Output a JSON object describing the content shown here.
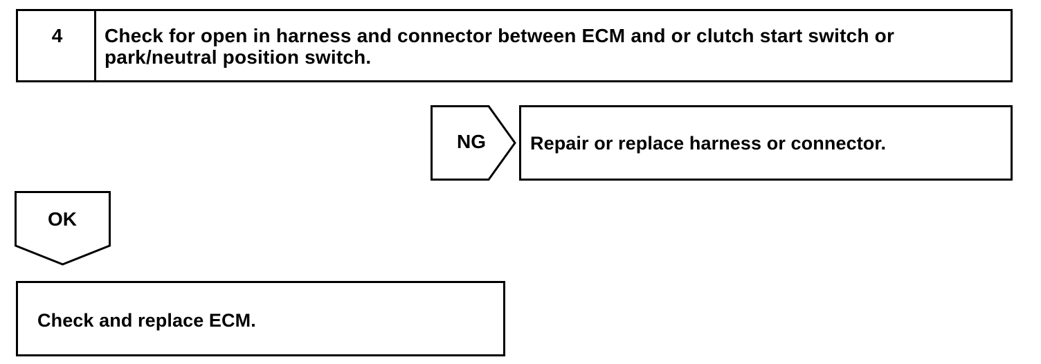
{
  "step": {
    "number": "4",
    "title": "Check for open in harness and connector between ECM and or clutch start switch or park/neutral position switch."
  },
  "ng_branch": {
    "label": "NG",
    "action": "Repair or replace harness or connector."
  },
  "ok_branch": {
    "label": "OK",
    "action": "Check and replace ECM."
  },
  "colors": {
    "line": "#000000",
    "background": "#ffffff"
  }
}
